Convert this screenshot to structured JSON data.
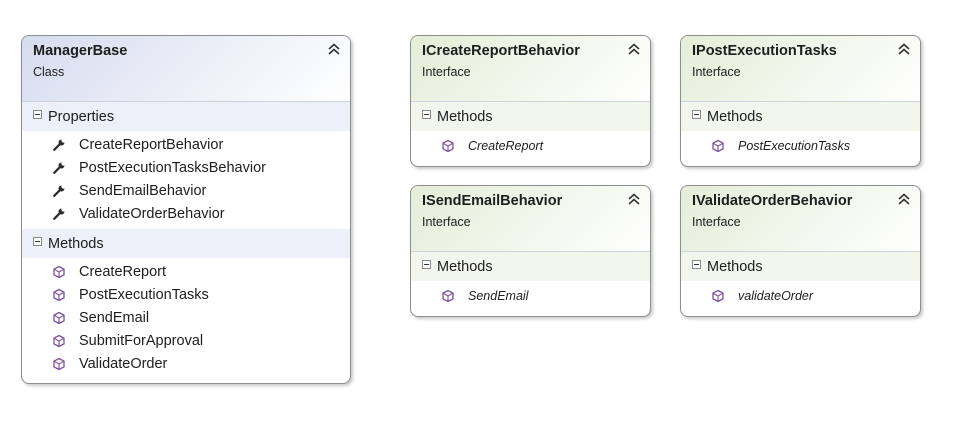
{
  "diagram": {
    "classes": [
      {
        "name": "ManagerBase",
        "stereotype": "Class",
        "compartments": [
          {
            "title": "Properties",
            "members": [
              {
                "label": "CreateReportBehavior",
                "icon": "wrench-icon"
              },
              {
                "label": "PostExecutionTasksBehavior",
                "icon": "wrench-icon"
              },
              {
                "label": "SendEmailBehavior",
                "icon": "wrench-icon"
              },
              {
                "label": "ValidateOrderBehavior",
                "icon": "wrench-icon"
              }
            ]
          },
          {
            "title": "Methods",
            "members": [
              {
                "label": "CreateReport",
                "icon": "method-cube-icon"
              },
              {
                "label": "PostExecutionTasks",
                "icon": "method-cube-icon"
              },
              {
                "label": "SendEmail",
                "icon": "method-cube-icon"
              },
              {
                "label": "SubmitForApproval",
                "icon": "method-cube-icon"
              },
              {
                "label": "ValidateOrder",
                "icon": "method-cube-icon"
              }
            ]
          }
        ]
      }
    ],
    "interfaces": [
      {
        "name": "ICreateReportBehavior",
        "stereotype": "Interface",
        "section": "Methods",
        "method": "CreateReport"
      },
      {
        "name": "IPostExecutionTasks",
        "stereotype": "Interface",
        "section": "Methods",
        "method": "PostExecutionTasks"
      },
      {
        "name": "ISendEmailBehavior",
        "stereotype": "Interface",
        "section": "Methods",
        "method": "SendEmail"
      },
      {
        "name": "IValidateOrderBehavior",
        "stereotype": "Interface",
        "section": "Methods",
        "method": "validateOrder"
      }
    ]
  },
  "colors": {
    "class_header": "#d5dcee",
    "interface_header": "#e5edd8",
    "border": "#8e8e8e",
    "method_icon": "#7b4fa0",
    "property_icon": "#2b2b2b"
  }
}
